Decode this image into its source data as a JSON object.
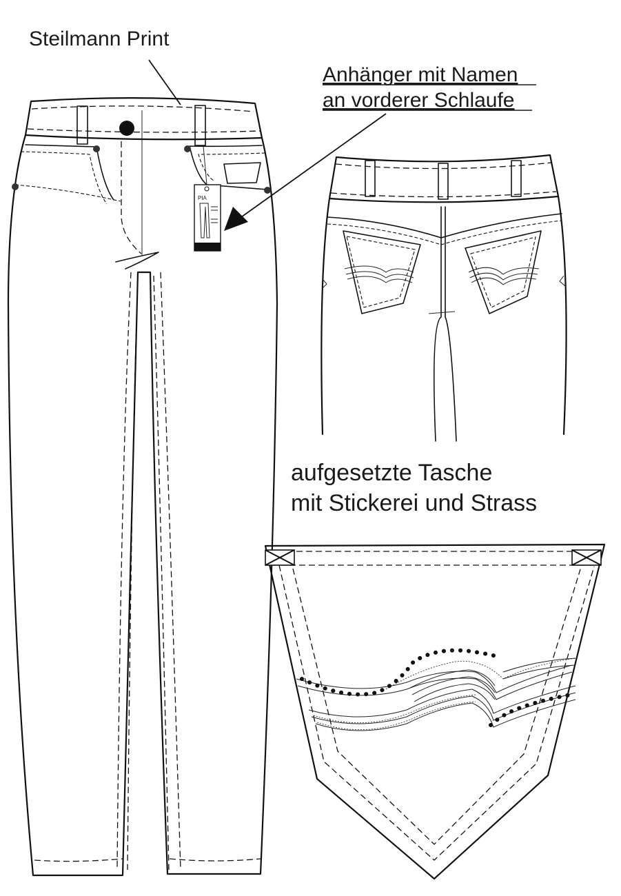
{
  "labels": {
    "steilmann_print": "Steilmann Print",
    "tag_line1": "Anhänger mit Namen",
    "tag_line2": "an vorderer Schlaufe",
    "pocket_line1": "aufgesetzte Tasche",
    "pocket_line2": "mit Stickerei und Strass"
  },
  "hang_tag": {
    "brand": "PIA"
  },
  "colors": {
    "ink": "#111111",
    "background": "#ffffff"
  }
}
